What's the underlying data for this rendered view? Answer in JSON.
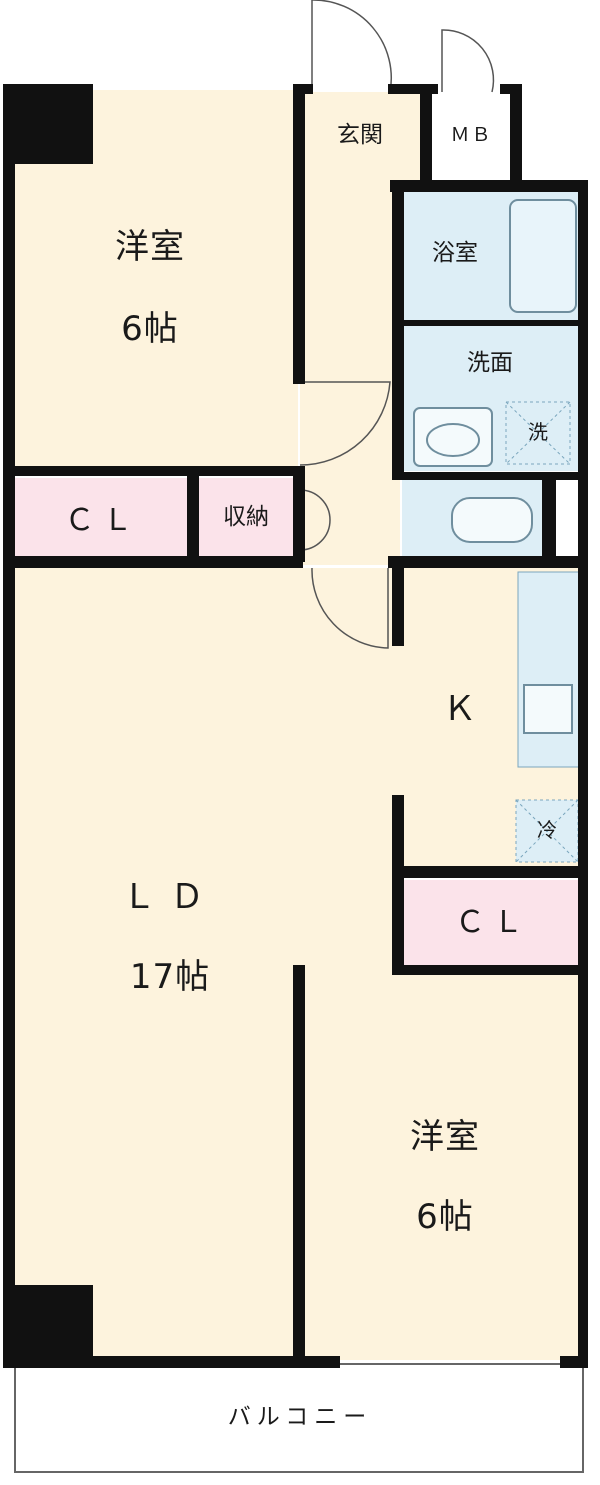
{
  "rooms": {
    "western_room_top": {
      "name": "洋室",
      "size": "6帖"
    },
    "closet_top": "ＣＬ",
    "storage": "収納",
    "entrance": "玄関",
    "meter_box": "ＭＢ",
    "bathroom": "浴室",
    "washroom": "洗面",
    "washer_mark": "洗",
    "kitchen": "Ｋ",
    "fridge_mark": "冷",
    "living_dining": {
      "name": "ＬＤ",
      "size": "17帖"
    },
    "closet_bottom": "ＣＬ",
    "western_room_bottom": {
      "name": "洋室",
      "size": "6帖"
    },
    "balcony": "バルコニー"
  },
  "colors": {
    "floor": "#fdf3dd",
    "closet": "#fbe3ea",
    "wet_area": "#ddeef6",
    "wall": "#111111"
  }
}
